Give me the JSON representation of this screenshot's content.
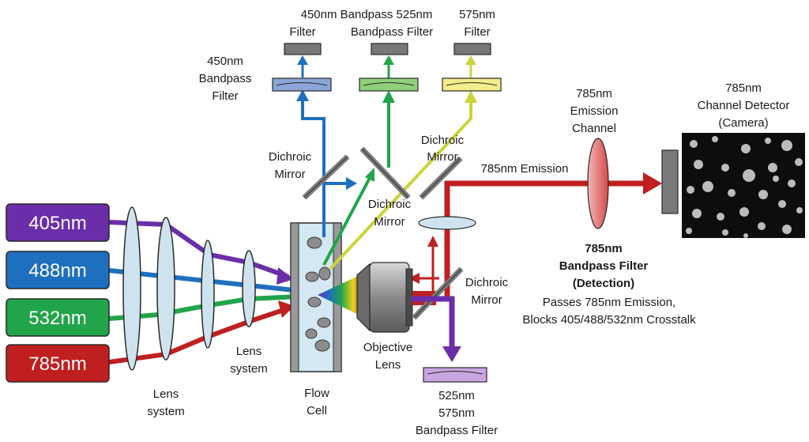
{
  "lasers": [
    {
      "label": "405nm",
      "color": "#6a2fa8"
    },
    {
      "label": "488nm",
      "color": "#1f6fbf"
    },
    {
      "label": "532nm",
      "color": "#22a44a"
    },
    {
      "label": "785nm",
      "color": "#c01f1f"
    }
  ],
  "labels": {
    "lens_system_1": [
      "Lens",
      "system"
    ],
    "lens_system_2": [
      "Lens",
      "system"
    ],
    "flow_cell": [
      "Flow",
      "Cell"
    ],
    "objective_lens": [
      "Objective",
      "Lens"
    ],
    "bottom_filter": [
      "525nm",
      "575nm",
      "Bandpass Filter"
    ],
    "dichroic_bottom": [
      "Dichroic",
      "Mirror"
    ],
    "dichroic_center": [
      "Dichroic",
      "Mirror"
    ],
    "dichroic_left": [
      "Dichroic",
      "Mirror"
    ],
    "dichroic_right": [
      "Dichroic",
      "Mirror"
    ],
    "filter_450_side": [
      "450nm",
      "Bandpass",
      "Filter"
    ],
    "top_filters_row1": "450nm Bandpass 525nm",
    "top_filters_row2_a": "Filter",
    "top_filters_row2_b": "Bandpass Filter",
    "top_575": [
      "575nm",
      "Filter"
    ],
    "emission_beam": "785nm Emission",
    "emission_channel": [
      "785nm",
      "Emission",
      "Channel"
    ],
    "detector": [
      "785nm",
      "Channel Detector",
      "(Camera)"
    ],
    "bandpass_title": [
      "785nm",
      "Bandpass Filter",
      "(Detection)"
    ],
    "bandpass_desc": [
      "Passes 785nm Emission,",
      "Blocks 405/488/532nm Crosstalk"
    ]
  },
  "colors": {
    "violet": "#6a2fa8",
    "blue": "#1f6fbf",
    "green": "#22a44a",
    "red": "#c01f1f",
    "yellow_green": "#c9d43a",
    "lens_fill": "#cfe3ef",
    "filter_blue": "#8aa6d6",
    "filter_green": "#8fd07a",
    "filter_yellow": "#f2ec8a",
    "filter_violet": "#c9a6e0"
  },
  "icons": {
    "arrow": "triangle-arrowhead",
    "lens": "ellipse-lens",
    "mirror": "diagonal-line-mirror",
    "camera": "dark-image-panel"
  }
}
